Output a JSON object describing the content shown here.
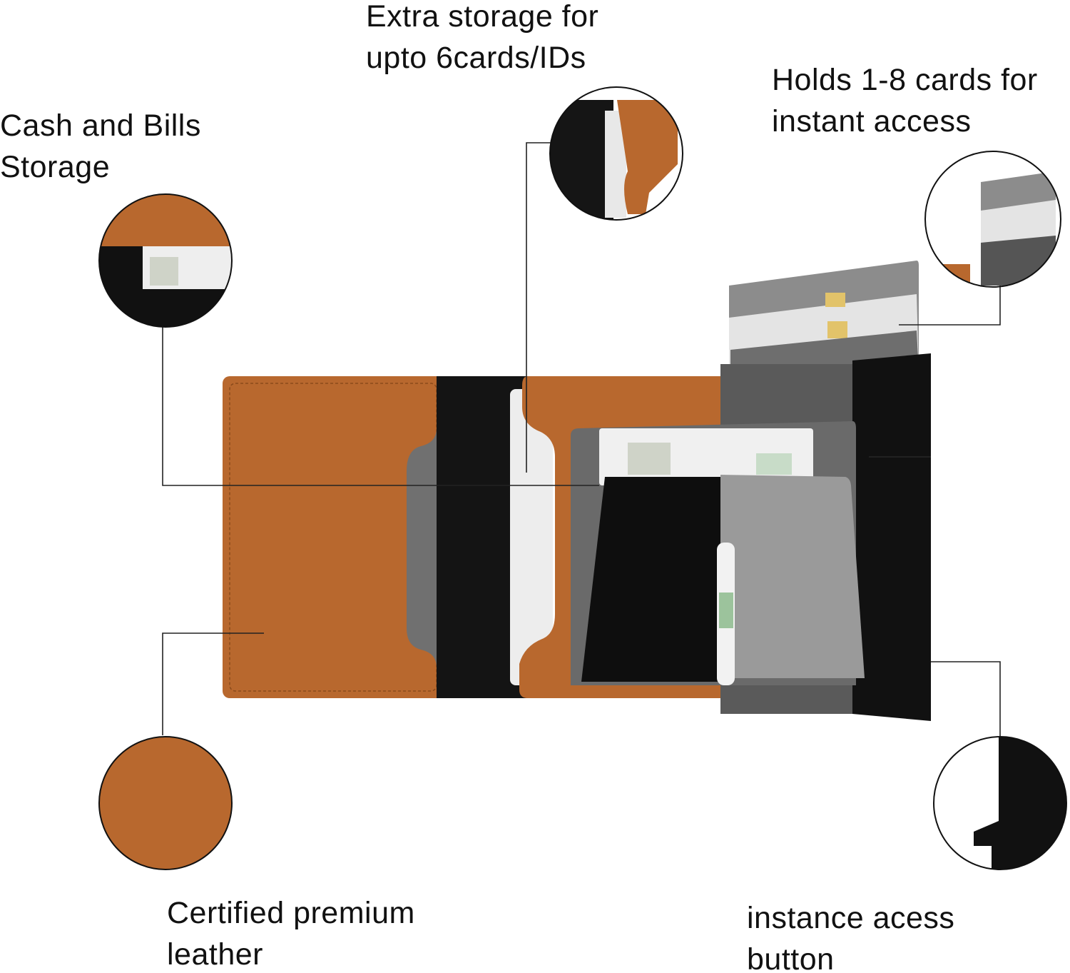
{
  "callouts": {
    "extra_storage": {
      "line1": "Extra storage for",
      "line2": "upto 6cards/IDs"
    },
    "cash_bills": {
      "line1": "Cash and Bills",
      "line2": "Storage"
    },
    "holds_cards": {
      "line1": "Holds 1-8 cards for",
      "line2": "instant access"
    },
    "leather": {
      "line1": "Certified premium",
      "line2": "leather"
    },
    "button": {
      "line1": "instance acess",
      "line2": "button"
    }
  },
  "colors": {
    "leather": "#b8682e",
    "leather_dark": "#9a5522",
    "black": "#111111",
    "card_gray": "#8a8a8a",
    "card_light": "#e6e6e6",
    "line": "#222222"
  }
}
